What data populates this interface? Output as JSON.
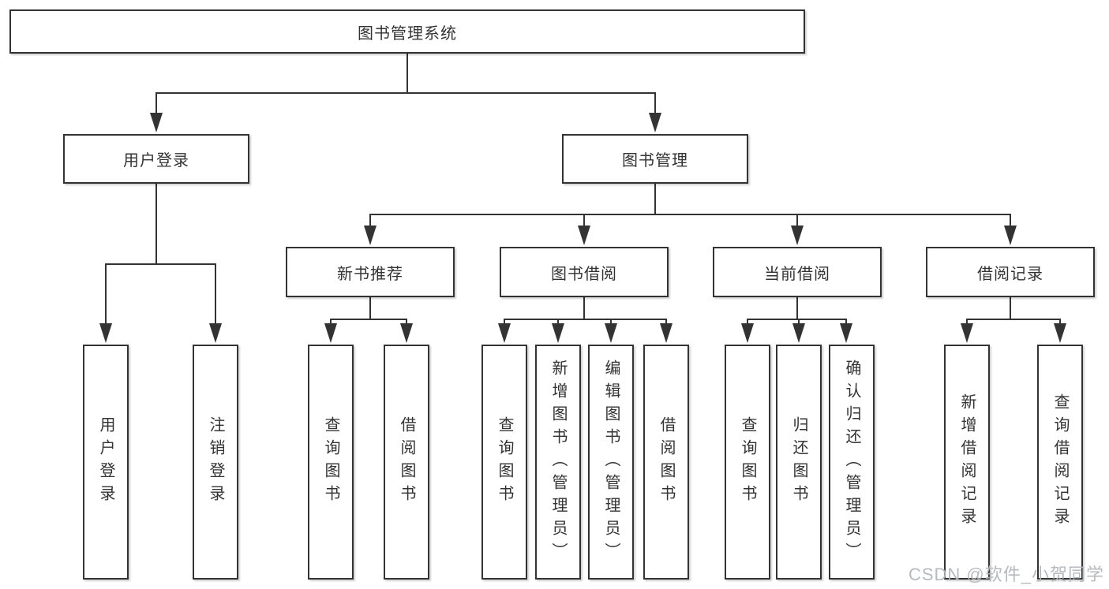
{
  "colors": {
    "line": "#333333",
    "box_border": "#333333",
    "box_fill": "#ffffff",
    "text": "#333333",
    "watermark": "#b2b6bb"
  },
  "tree": {
    "root": {
      "label": "图书管理系统"
    },
    "branches": [
      {
        "label": "用户登录",
        "children": [
          {
            "label": "用户登录"
          },
          {
            "label": "注销登录"
          }
        ]
      },
      {
        "label": "图书管理",
        "children": [
          {
            "label": "新书推荐",
            "children": [
              {
                "label": "查询图书"
              },
              {
                "label": "借阅图书"
              }
            ]
          },
          {
            "label": "图书借阅",
            "children": [
              {
                "label": "查询图书"
              },
              {
                "label": "新增图书（管理员）"
              },
              {
                "label": "编辑图书（管理员）"
              },
              {
                "label": "借阅图书"
              }
            ]
          },
          {
            "label": "当前借阅",
            "children": [
              {
                "label": "查询图书"
              },
              {
                "label": "归还图书"
              },
              {
                "label": "确认归还（管理员）"
              }
            ]
          },
          {
            "label": "借阅记录",
            "children": [
              {
                "label": "新增借阅记录"
              },
              {
                "label": "查询借阅记录"
              }
            ]
          }
        ]
      }
    ]
  },
  "watermark": {
    "text": "CSDN @软件_小贺同学"
  }
}
